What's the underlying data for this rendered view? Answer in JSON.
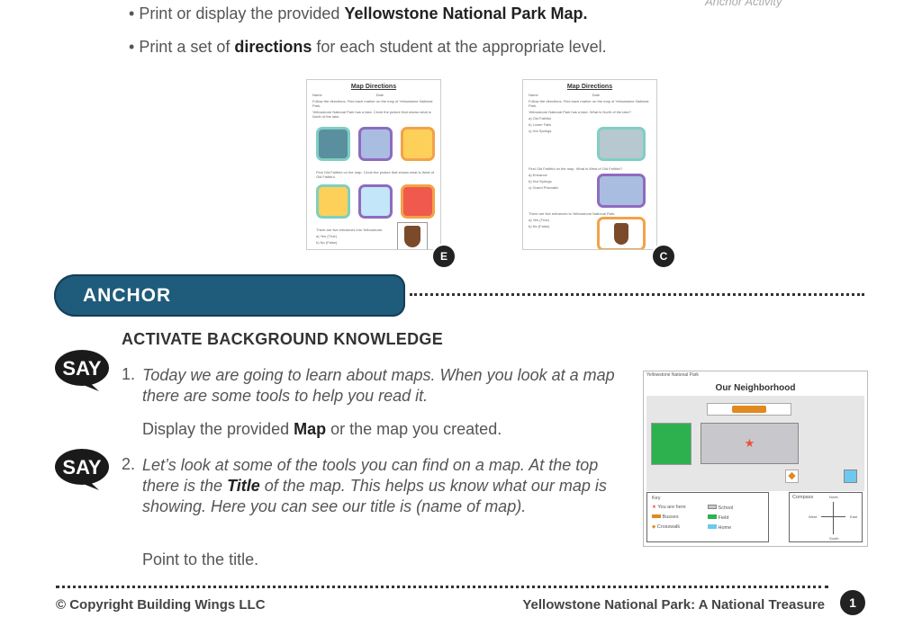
{
  "header": {
    "anchor_activity": "Anchor Activity"
  },
  "bullets": [
    {
      "pre": "Print or display the provided ",
      "bold": "Yellowstone National Park Map.",
      "post": ""
    },
    {
      "pre": "Print a set of ",
      "bold": "directions",
      "post": " for each student at the appropriate level."
    }
  ],
  "thumbnails": [
    {
      "title": "Map Directions",
      "name": "Name",
      "date": "Date",
      "intro": "Follow the directions. Find each marker on the map of Yellowstone National Park.",
      "q1": "Yellowstone National Park has a lake. Circle the picture that shows what is North of the lake.",
      "q2": "Find Old Faithful on the map. Circle the picture that shows what is West of Old Faithful.",
      "q3": "There are five entrances into Yellowstone.",
      "a": "a) Yes (True)",
      "b": "b) No (False)",
      "badge": "E"
    },
    {
      "title": "Map Directions",
      "name": "Name",
      "date": "Date",
      "intro": "Follow the directions. Find each marker on the map of Yellowstone National Park.",
      "q1": "Yellowstone National Park has a lake. What is North of the lake?",
      "q1opts": [
        "a) Old Faithful",
        "b) Lower Falls",
        "c) Hot Springs"
      ],
      "q2": "Find Old Faithful on the map. What is West of Old Faithful?",
      "q2opts": [
        "a) Entrance",
        "b) Hot Springs",
        "c) Grand Prismatic"
      ],
      "q3": "There are five entrances to Yellowstone National Park.",
      "a": "a) Yes (True)",
      "b": "b) No (False)",
      "badge": "C"
    }
  ],
  "section": {
    "label": "ANCHOR",
    "heading": "ACTIVATE BACKGROUND KNOWLEDGE",
    "say": "SAY"
  },
  "steps": [
    {
      "num": "1.",
      "text": "Today we are going to learn about maps. When you look at a map there are some tools to help you read it.",
      "inst_pre": "Display the provided ",
      "inst_bold": "Map",
      "inst_post": " or the map you created."
    },
    {
      "num": "2.",
      "text_pre": "Let’s look at some of the tools you can find on a map. At the top there is the ",
      "text_bold": "Title",
      "text_post": " of the map. This helps us know what our map is showing. Here you can see our title is (name of map).",
      "inst": "Point to the title."
    }
  ],
  "map": {
    "header": "Yellowstone National Park",
    "title": "Our Neighborhood",
    "key_title": "Key",
    "key": [
      "You are here",
      "Busses",
      "Crosswalk",
      "School",
      "Field",
      "Home"
    ],
    "compass_title": "Compass",
    "north": "North",
    "south": "South",
    "east": "East",
    "west": "West"
  },
  "footer": {
    "copyright": "© Copyright Building Wings LLC",
    "title": "Yellowstone National Park: A National Treasure",
    "page": "1"
  }
}
